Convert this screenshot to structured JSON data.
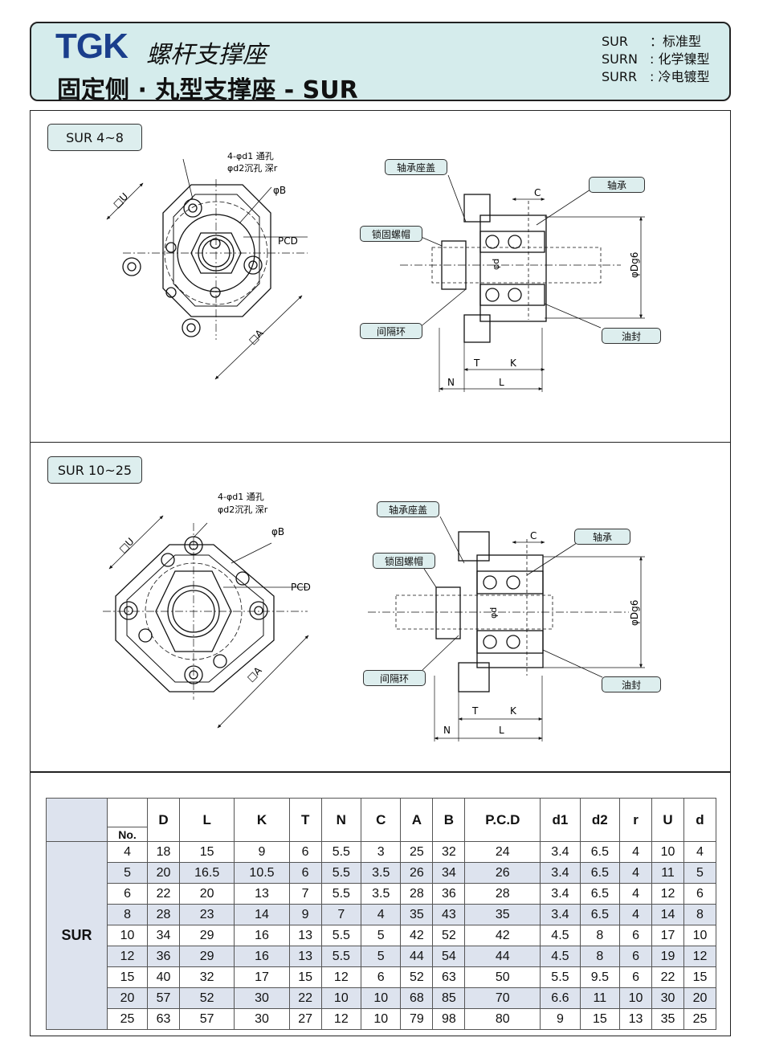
{
  "header": {
    "brand": "TGK",
    "subtitle": "螺杆支撑座",
    "title": "固定侧 · 丸型支撑座 - SUR",
    "variants": [
      {
        "code": "SUR",
        "desc": "：标准型"
      },
      {
        "code": "SURN",
        "desc": ": 化学镍型"
      },
      {
        "code": "SURR",
        "desc": ": 冷电镀型"
      }
    ]
  },
  "panels": [
    {
      "size_label": "SUR 4~8",
      "hole_note_1": "4-φd1 通孔",
      "hole_note_2": "φd2沉孔 深r",
      "dim_b": "φB",
      "dim_pcd": "PCD",
      "dim_u": "□U",
      "dim_a": "□A",
      "label_cover": "轴承座盖",
      "label_bearing": "轴承",
      "label_locknut": "锁固螺帽",
      "label_spacer": "间隔环",
      "label_seal": "油封",
      "dim_c": "C",
      "dim_d": "φd",
      "dim_dg6": "φDg6",
      "dim_t": "T",
      "dim_k": "K",
      "dim_n": "N",
      "dim_l": "L"
    },
    {
      "size_label": "SUR 10~25",
      "hole_note_1": "4-φd1 通孔",
      "hole_note_2": "φd2沉孔 深r",
      "dim_b": "φB",
      "dim_pcd": "PCD",
      "dim_u": "□U",
      "dim_a": "□A",
      "label_cover": "轴承座盖",
      "label_bearing": "轴承",
      "label_locknut": "锁固螺帽",
      "label_spacer": "间隔环",
      "label_seal": "油封",
      "dim_c": "C",
      "dim_d": "φd",
      "dim_dg6": "φDg6",
      "dim_t": "T",
      "dim_k": "K",
      "dim_n": "N",
      "dim_l": "L"
    }
  ],
  "table": {
    "model": "SUR",
    "no_label": "No.",
    "columns": [
      "D",
      "L",
      "K",
      "T",
      "N",
      "C",
      "A",
      "B",
      "P.C.D",
      "d1",
      "d2",
      "r",
      "U",
      "d"
    ],
    "rows": [
      [
        "4",
        "18",
        "15",
        "9",
        "6",
        "5.5",
        "3",
        "25",
        "32",
        "24",
        "3.4",
        "6.5",
        "4",
        "10",
        "4"
      ],
      [
        "5",
        "20",
        "16.5",
        "10.5",
        "6",
        "5.5",
        "3.5",
        "26",
        "34",
        "26",
        "3.4",
        "6.5",
        "4",
        "11",
        "5"
      ],
      [
        "6",
        "22",
        "20",
        "13",
        "7",
        "5.5",
        "3.5",
        "28",
        "36",
        "28",
        "3.4",
        "6.5",
        "4",
        "12",
        "6"
      ],
      [
        "8",
        "28",
        "23",
        "14",
        "9",
        "7",
        "4",
        "35",
        "43",
        "35",
        "3.4",
        "6.5",
        "4",
        "14",
        "8"
      ],
      [
        "10",
        "34",
        "29",
        "16",
        "13",
        "5.5",
        "5",
        "42",
        "52",
        "42",
        "4.5",
        "8",
        "6",
        "17",
        "10"
      ],
      [
        "12",
        "36",
        "29",
        "16",
        "13",
        "5.5",
        "5",
        "44",
        "54",
        "44",
        "4.5",
        "8",
        "6",
        "19",
        "12"
      ],
      [
        "15",
        "40",
        "32",
        "17",
        "15",
        "12",
        "6",
        "52",
        "63",
        "50",
        "5.5",
        "9.5",
        "6",
        "22",
        "15"
      ],
      [
        "20",
        "57",
        "52",
        "30",
        "22",
        "10",
        "10",
        "68",
        "85",
        "70",
        "6.6",
        "11",
        "10",
        "30",
        "20"
      ],
      [
        "25",
        "63",
        "57",
        "30",
        "27",
        "12",
        "10",
        "79",
        "98",
        "80",
        "9",
        "15",
        "13",
        "35",
        "25"
      ]
    ]
  }
}
